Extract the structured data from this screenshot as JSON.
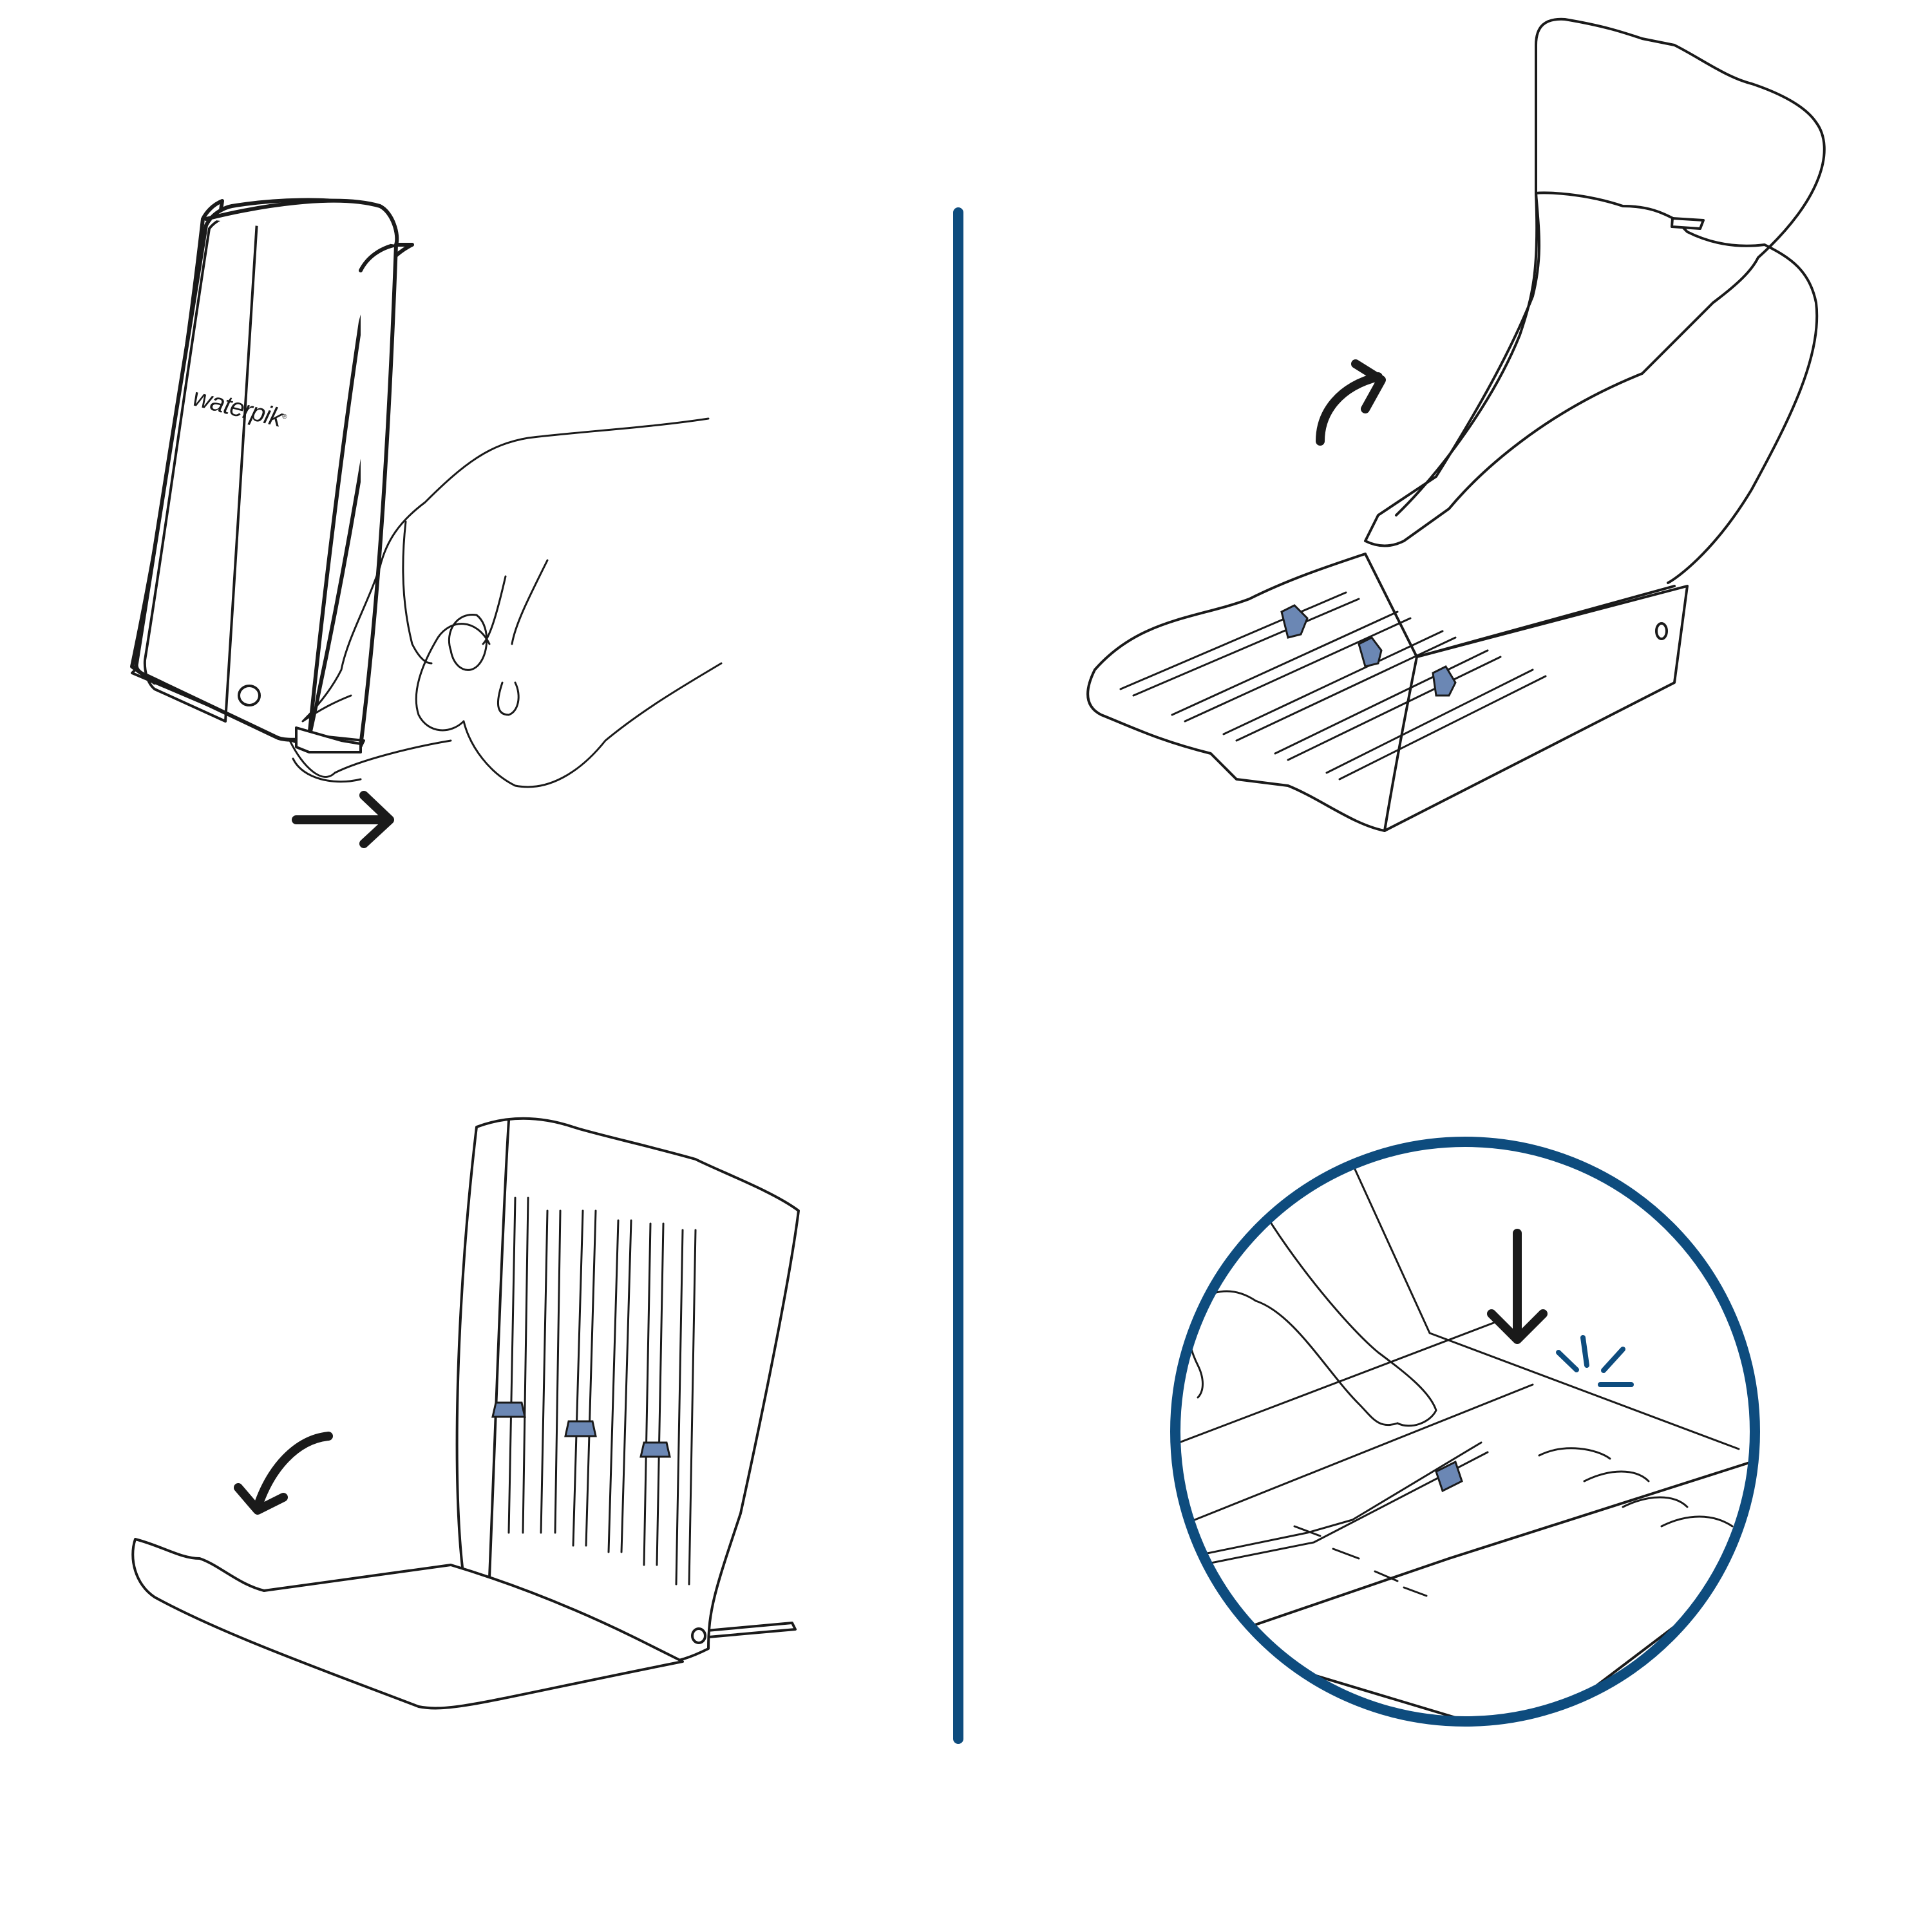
{
  "figure": {
    "type": "instruction-illustration",
    "layout": "2x2 panels separated by a vertical divider",
    "panels": [
      {
        "id": "step-1",
        "position": "top-left",
        "description": "Hand slides open the closed tip storage case",
        "arrow": "right"
      },
      {
        "id": "step-2",
        "position": "top-right",
        "description": "Lid lifted open revealing tips lying in tray",
        "arrow": "curved-up-right"
      },
      {
        "id": "step-3",
        "position": "bottom-left",
        "description": "Case standing upright with tips inserted, lid folding down",
        "arrow": "curved-down-left"
      },
      {
        "id": "step-4",
        "position": "bottom-right",
        "description": "Close-up: finger presses tip down into slot until it clicks",
        "arrow": "down",
        "click_indicator": true
      }
    ]
  },
  "brand": {
    "logo_text": "waterpik",
    "registered_mark": "®"
  },
  "colors": {
    "divider": "#0e4c7e",
    "circle_outline": "#0e4c7e",
    "tip_band": "#6b87b4",
    "click_marks": "#0e4c7e",
    "line_art": "#1a1a1a",
    "background": "#ffffff"
  }
}
